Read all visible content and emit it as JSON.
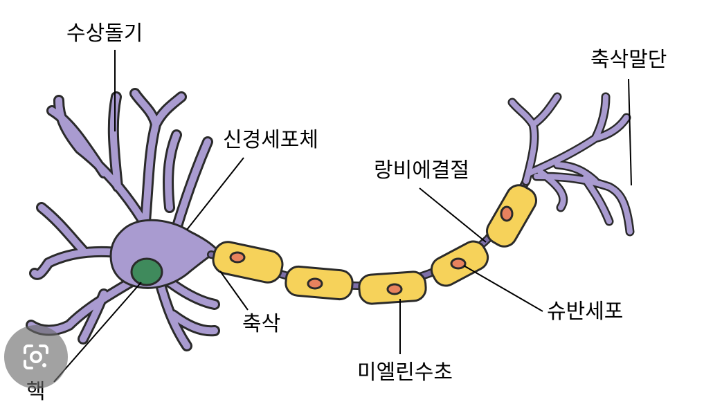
{
  "labels": {
    "dendrite": "수상돌기",
    "soma": "신경세포체",
    "axon_terminal": "축삭말단",
    "node_of_ranvier": "랑비에결절",
    "axon": "축삭",
    "schwann_cell": "슈반세포",
    "myelin_sheath": "미엘린수초",
    "nucleus": "핵"
  },
  "colors": {
    "neuron": "#a99bd0",
    "outline": "#2a2a2a",
    "nucleus": "#3f8a5c",
    "myelin": "#f6d25a",
    "schwann_nucleus": "#e8825e",
    "node": "#7d6fa8"
  },
  "icons": {
    "lens": "visual-search-icon"
  }
}
